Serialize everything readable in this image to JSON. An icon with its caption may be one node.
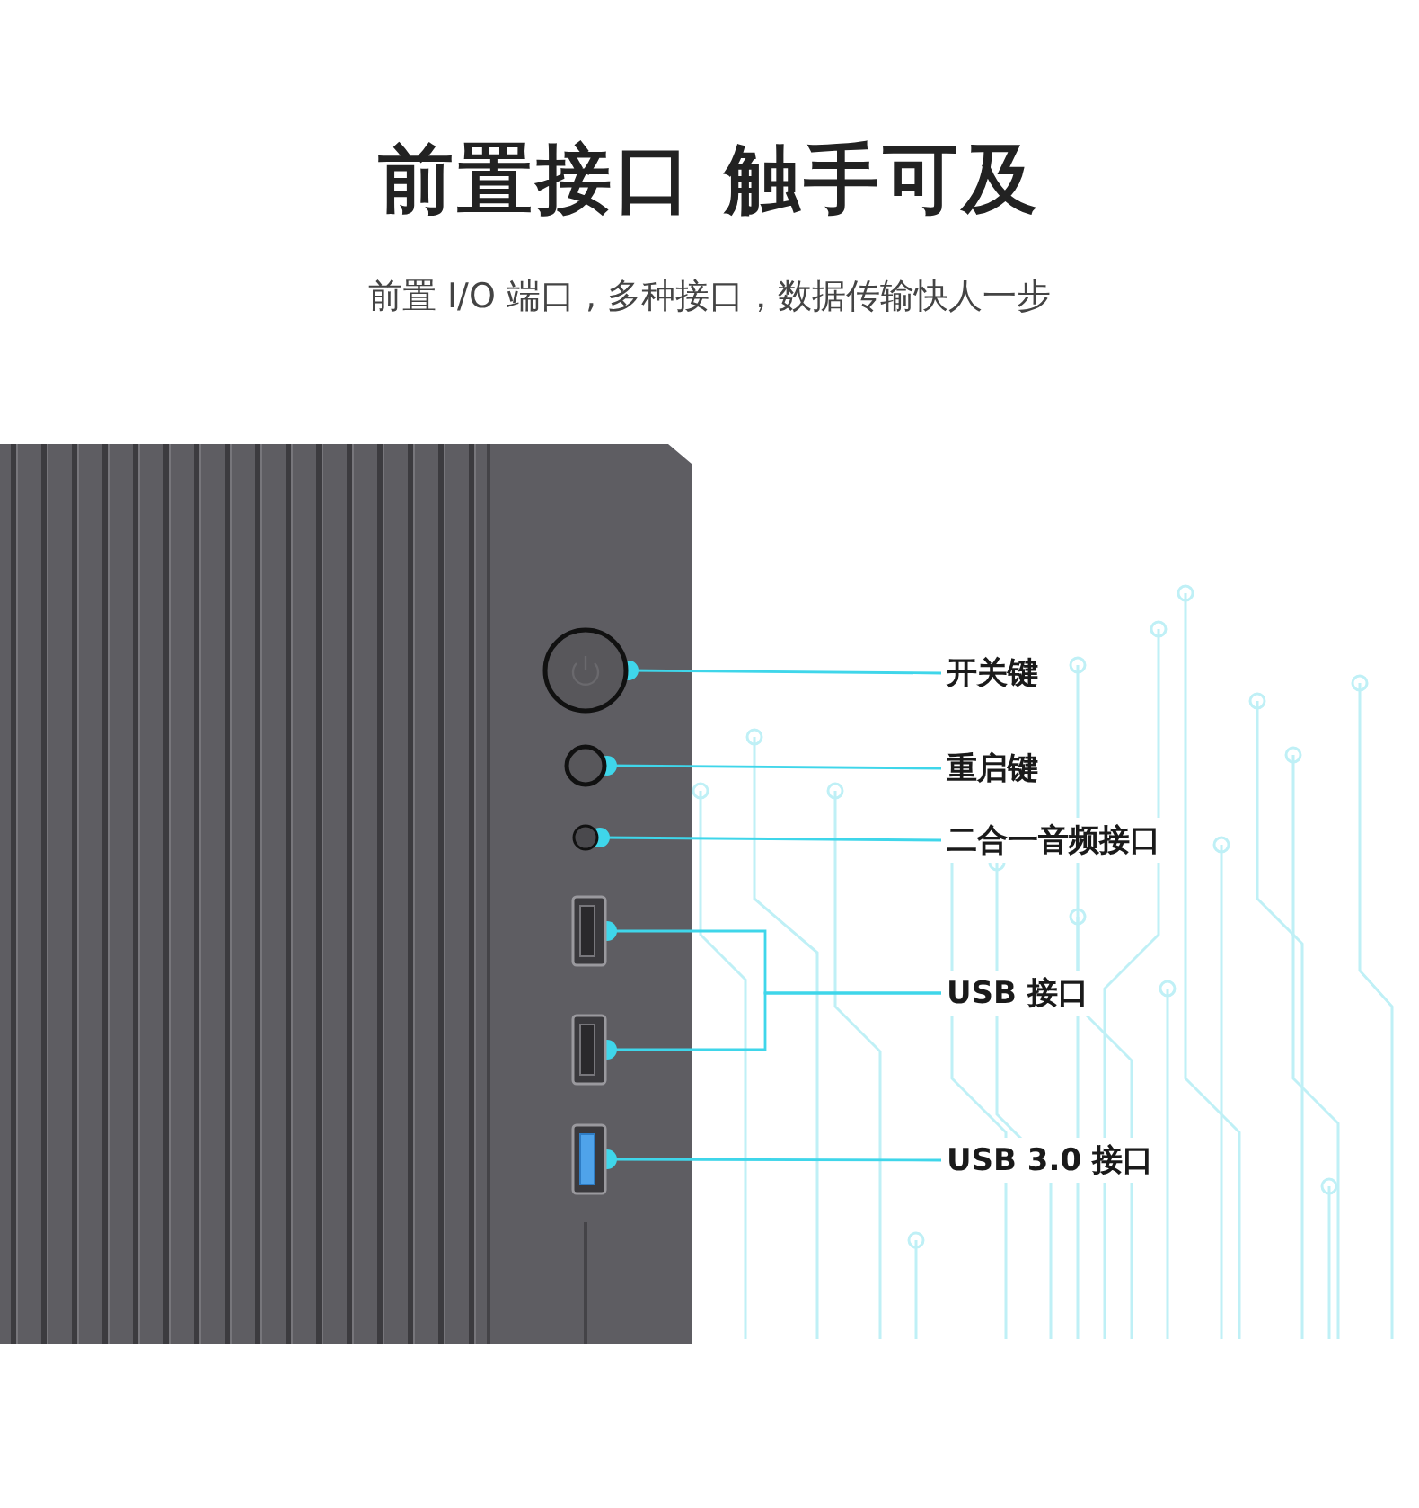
{
  "diagram": {
    "title": "前置接口 触手可及",
    "nodes": [
      {
        "text": [],
        "shape": "circle"
      },
      {
        "text": [],
        "shape": "circle"
      },
      {
        "text": [],
        "shape": "circle"
      },
      {
        "text": [],
        "shape": "box"
      },
      {
        "text": [],
        "shape": "box"
      },
      {
        "text": [],
        "shape": "box"
      },
      {
        "text": [
          "开关键"
        ]
      },
      {
        "text": [
          "重启键"
        ]
      },
      {
        "text": [
          "二合一音频接口"
        ]
      },
      {
        "text": [
          "USB 接口"
        ]
      },
      {
        "text": [
          "USB 3.0 接口"
        ]
      }
    ],
    "edges": [
      {
        "from": 6,
        "to": 0,
        "arrow": "other",
        "color": "#3fd6ea"
      },
      {
        "from": 7,
        "to": 1,
        "arrow": "other",
        "color": "#3fd6ea"
      },
      {
        "from": 8,
        "to": 2,
        "arrow": "other",
        "color": "#3fd6ea"
      },
      {
        "from": 9,
        "to": 3,
        "arrow": "other",
        "color": "#3fd6ea"
      },
      {
        "from": 9,
        "to": 4,
        "arrow": "other",
        "color": "#3fd6ea"
      },
      {
        "from": 10,
        "to": 5,
        "arrow": "other",
        "color": "#3fd6ea"
      }
    ],
    "labels": [
      "前置 I/O 端口 , 多种接口，数据传输快人一步"
    ]
  }
}
